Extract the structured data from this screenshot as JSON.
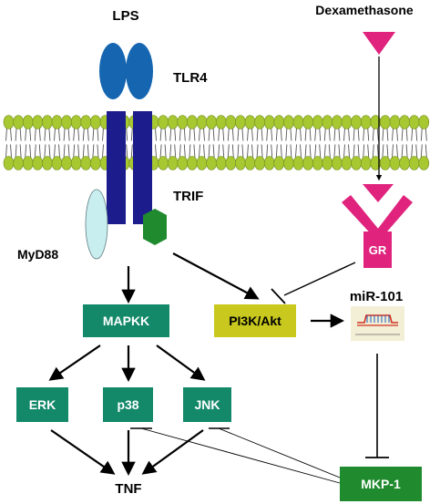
{
  "labels": {
    "lps": "LPS",
    "dexamethasone": "Dexamethasone",
    "tlr4": "TLR4",
    "trif": "TRIF",
    "myd88": "MyD88",
    "gr": "GR",
    "mir101": "miR-101",
    "mapkk": "MAPKK",
    "pi3k": "PI3K/Akt",
    "erk": "ERK",
    "p38": "p38",
    "jnk": "JNK",
    "tnf": "TNF",
    "mkp1": "MKP-1"
  },
  "colors": {
    "receptor_oval": "#1565b0",
    "receptor_bar": "#1c1c8c",
    "myd88": "#c9eef0",
    "trif": "#1f8a2e",
    "gr": "#e0237d",
    "membrane_head": "#a8c832",
    "mapk_box": "#14896a",
    "pi3k_box": "#c8c81e",
    "mkp1_box": "#1f8a2e",
    "mir_bg": "#f3eed6"
  }
}
